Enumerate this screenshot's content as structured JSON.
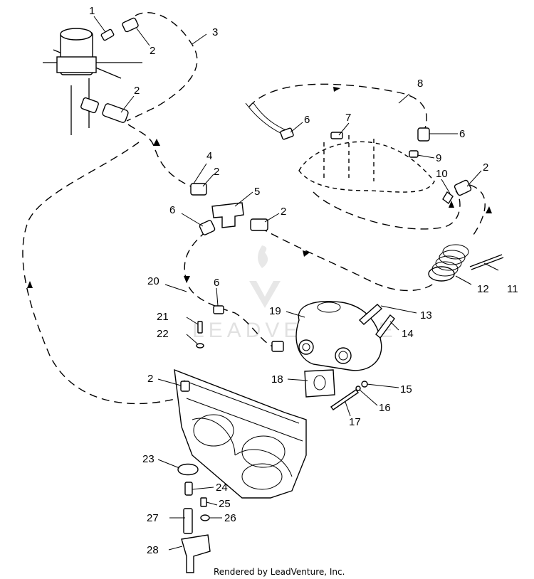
{
  "callouts": [
    "1",
    "2",
    "3",
    "2",
    "4",
    "2",
    "5",
    "6",
    "2",
    "6",
    "7",
    "8",
    "6",
    "9",
    "10",
    "2",
    "11",
    "12",
    "13",
    "14",
    "19",
    "20",
    "6",
    "21",
    "22",
    "2",
    "18",
    "15",
    "16",
    "17",
    "23",
    "24",
    "25",
    "26",
    "27",
    "28"
  ],
  "watermark": "LEADVENTURE",
  "footer": "Rendered by LeadVenture, Inc."
}
